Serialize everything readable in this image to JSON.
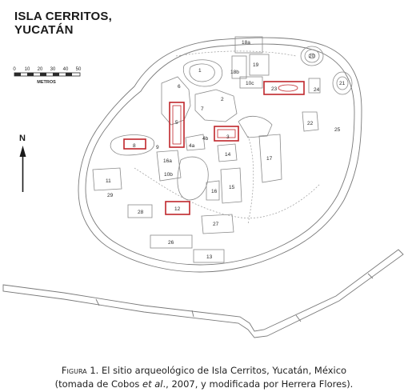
{
  "title": {
    "line1": "ISLA CERRITOS,",
    "line2": "YUCATÁN"
  },
  "scale": {
    "ticks": [
      "0",
      "10",
      "20",
      "30",
      "40",
      "50"
    ],
    "unit": "METROS"
  },
  "north": "N",
  "structures": [
    {
      "id": "1",
      "label": "1",
      "highlighted": false
    },
    {
      "id": "2",
      "label": "2",
      "highlighted": false
    },
    {
      "id": "3",
      "label": "3",
      "highlighted": true
    },
    {
      "id": "4a",
      "label": "4a",
      "highlighted": false
    },
    {
      "id": "4b",
      "label": "4b",
      "highlighted": false
    },
    {
      "id": "5",
      "label": "5",
      "highlighted": true
    },
    {
      "id": "6",
      "label": "6",
      "highlighted": false
    },
    {
      "id": "7",
      "label": "7",
      "highlighted": false
    },
    {
      "id": "8",
      "label": "8",
      "highlighted": true
    },
    {
      "id": "9",
      "label": "9",
      "highlighted": false
    },
    {
      "id": "10b",
      "label": "10b",
      "highlighted": false
    },
    {
      "id": "10c",
      "label": "10c",
      "highlighted": false
    },
    {
      "id": "11",
      "label": "11",
      "highlighted": false
    },
    {
      "id": "12",
      "label": "12",
      "highlighted": true
    },
    {
      "id": "13",
      "label": "13",
      "highlighted": false
    },
    {
      "id": "14",
      "label": "14",
      "highlighted": false
    },
    {
      "id": "15",
      "label": "15",
      "highlighted": false
    },
    {
      "id": "16",
      "label": "16",
      "highlighted": false
    },
    {
      "id": "16a",
      "label": "16a",
      "highlighted": false
    },
    {
      "id": "17",
      "label": "17",
      "highlighted": false
    },
    {
      "id": "18a",
      "label": "18a",
      "highlighted": false
    },
    {
      "id": "18b",
      "label": "18b",
      "highlighted": false
    },
    {
      "id": "19",
      "label": "19",
      "highlighted": false
    },
    {
      "id": "20",
      "label": "20",
      "highlighted": false
    },
    {
      "id": "21",
      "label": "21",
      "highlighted": false
    },
    {
      "id": "22",
      "label": "22",
      "highlighted": false
    },
    {
      "id": "23",
      "label": "23",
      "highlighted": true
    },
    {
      "id": "24",
      "label": "24",
      "highlighted": false
    },
    {
      "id": "25",
      "label": "25",
      "highlighted": false
    },
    {
      "id": "26",
      "label": "26",
      "highlighted": false
    },
    {
      "id": "27",
      "label": "27",
      "highlighted": false
    },
    {
      "id": "28",
      "label": "28",
      "highlighted": false
    },
    {
      "id": "29",
      "label": "29",
      "highlighted": false
    }
  ],
  "caption": {
    "fig_label": "Figura 1.",
    "line1_rest": " El sitio arqueológico de Isla Cerritos, Yucatán, México",
    "line2_pre": "(tomada de Cobos ",
    "line2_italic": "et al",
    "line2_post": "., 2007, y modificada por Herrera Flores)."
  },
  "colors": {
    "line": "#7a7a7a",
    "dark": "#2a2a2a",
    "highlight": "#c0262b"
  }
}
